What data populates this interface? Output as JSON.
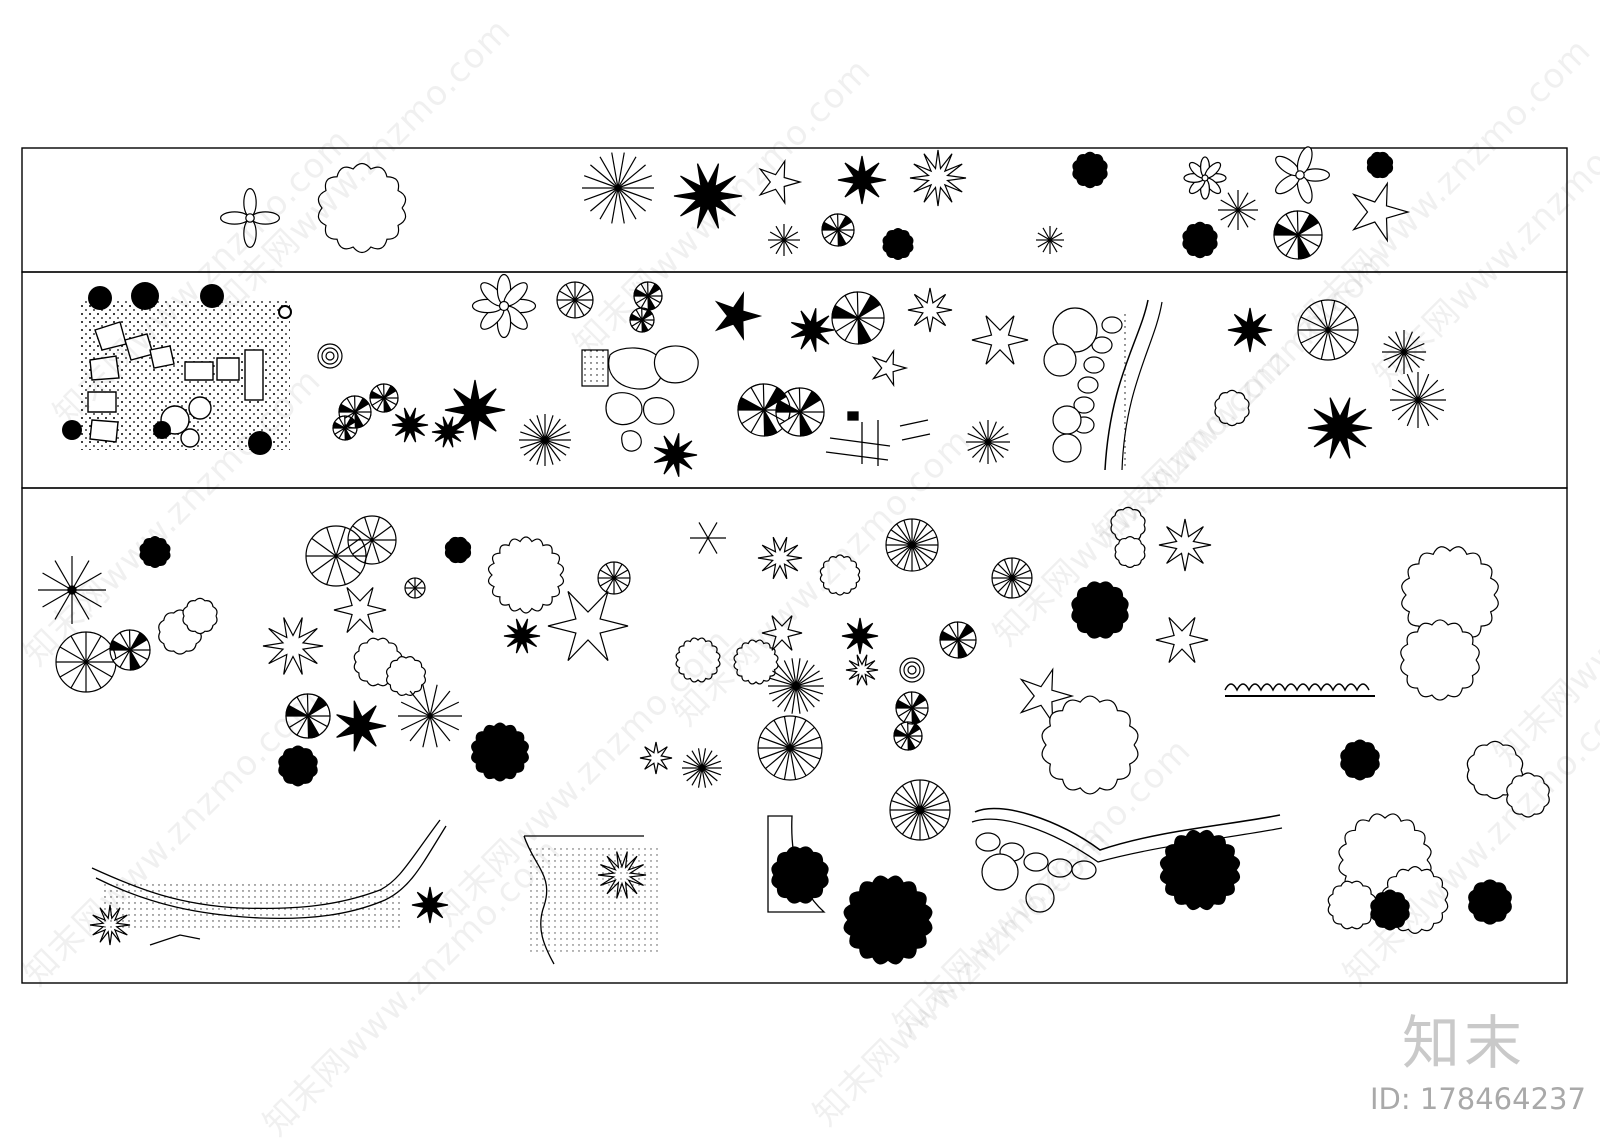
{
  "watermark": {
    "text": "知末网www.znzmo.com",
    "color": "#000000"
  },
  "brand": {
    "logo": "知末",
    "id_label": "ID: 178464237",
    "logo_color": "#c9c9c9",
    "id_color": "#a9a9a9"
  },
  "drawing": {
    "line_color": "#000000",
    "background": "#ffffff",
    "panels": [
      {
        "name": "row-1",
        "content": "single plant plan symbols"
      },
      {
        "name": "row-2",
        "content": "plant groupings and garden vignettes"
      },
      {
        "name": "row-3",
        "content": "planting compositions and landscape plan fragments"
      }
    ]
  }
}
